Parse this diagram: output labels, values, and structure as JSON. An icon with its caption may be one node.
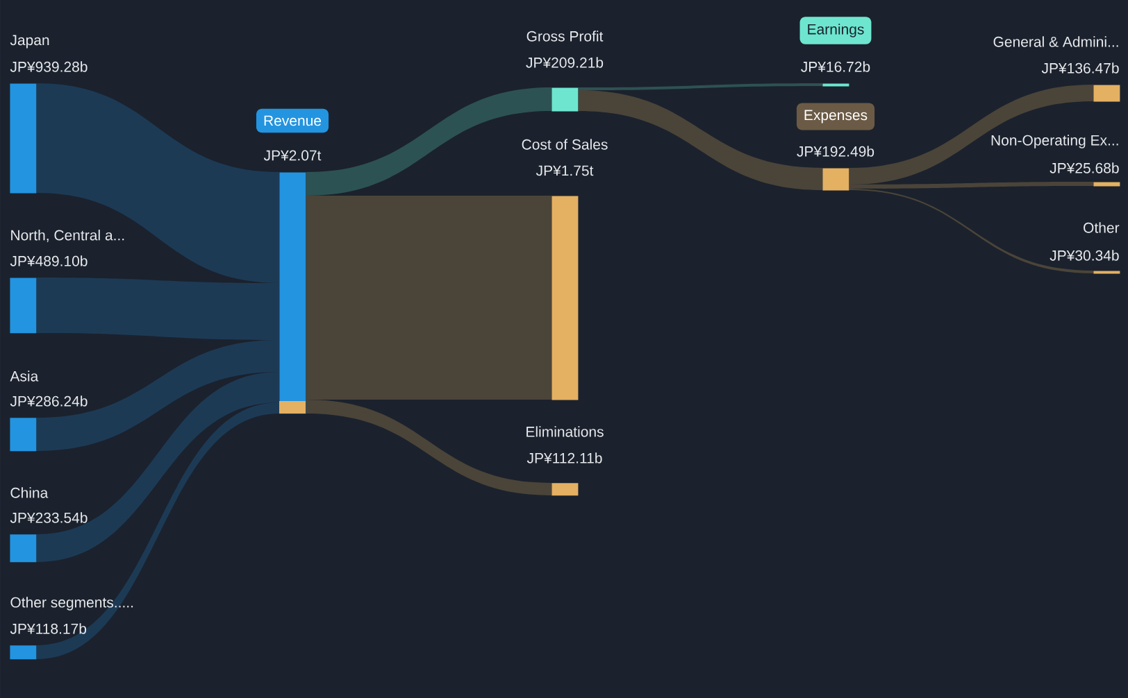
{
  "diagram": {
    "nodes": [
      {
        "text": [
          "Japan",
          "JP¥939.28b"
        ]
      },
      {
        "text": [
          "North, Central a...",
          "JP¥489.10b"
        ]
      },
      {
        "text": [
          "Asia",
          "JP¥286.24b"
        ]
      },
      {
        "text": [
          "China",
          "JP¥233.54b"
        ]
      },
      {
        "text": [
          "Other segments.....",
          "JP¥118.17b"
        ]
      },
      {
        "text": [
          "Revenue",
          "JP¥2.07t"
        ]
      },
      {
        "text": [
          "Gross Profit",
          "JP¥209.21b"
        ]
      },
      {
        "text": [
          "Cost of Sales",
          "JP¥1.75t"
        ]
      },
      {
        "text": [
          "Eliminations",
          "JP¥112.11b"
        ]
      },
      {
        "text": [
          "Earnings",
          "JP¥16.72b"
        ]
      },
      {
        "text": [
          "Expenses",
          "JP¥192.49b"
        ]
      },
      {
        "text": [
          "General & Admini...",
          "JP¥136.47b"
        ]
      },
      {
        "text": [
          "Non-Operating Ex...",
          "JP¥25.68b"
        ]
      },
      {
        "text": [
          "Other",
          "JP¥30.34b"
        ]
      }
    ],
    "edges": [
      {
        "from": 0,
        "to": 5,
        "arrow": "none",
        "color": "#1d3a55"
      },
      {
        "from": 1,
        "to": 5,
        "arrow": "none",
        "color": "#1d3a55"
      },
      {
        "from": 2,
        "to": 5,
        "arrow": "none",
        "color": "#1d3a55"
      },
      {
        "from": 3,
        "to": 5,
        "arrow": "none",
        "color": "#1d3a55"
      },
      {
        "from": 4,
        "to": 5,
        "arrow": "none",
        "color": "#1d3a55"
      },
      {
        "from": 5,
        "to": 6,
        "arrow": "none",
        "color": "#2d5254"
      },
      {
        "from": 5,
        "to": 7,
        "arrow": "none",
        "color": "#4b4439"
      },
      {
        "from": 5,
        "to": 8,
        "arrow": "none",
        "color": "#4b4439"
      },
      {
        "from": 6,
        "to": 9,
        "arrow": "none",
        "color": "#2d5254"
      },
      {
        "from": 6,
        "to": 10,
        "arrow": "none",
        "color": "#4b4439"
      },
      {
        "from": 10,
        "to": 11,
        "arrow": "none",
        "color": "#4b4439"
      },
      {
        "from": 10,
        "to": 12,
        "arrow": "none",
        "color": "#4b4439"
      },
      {
        "from": 10,
        "to": 13,
        "arrow": "none",
        "color": "#4b4439"
      }
    ]
  }
}
